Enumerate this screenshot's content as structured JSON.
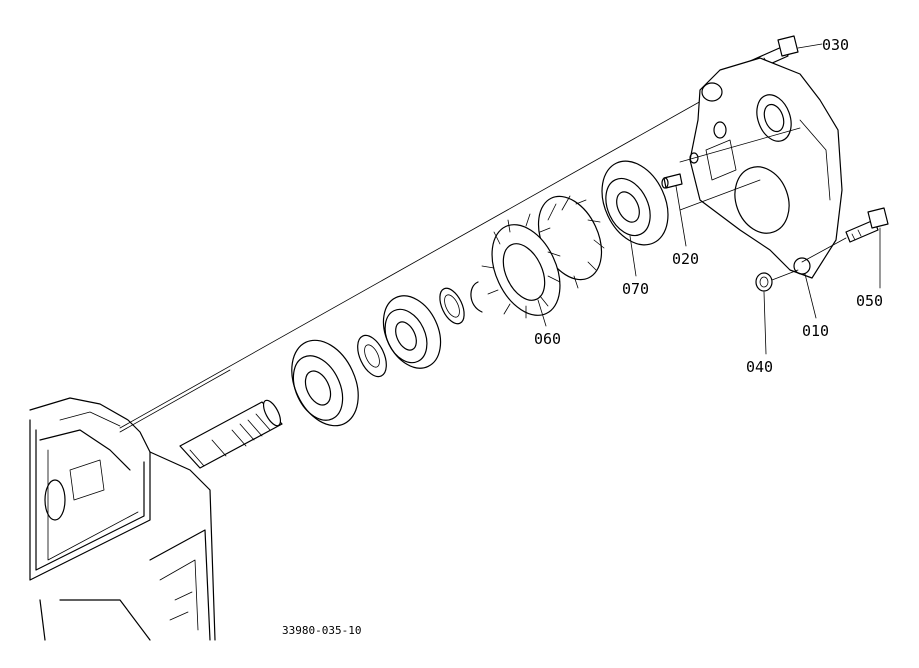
{
  "parts": {
    "p010": "010",
    "p020": "020",
    "p030": "030",
    "p040": "040",
    "p050": "050",
    "p060": "060",
    "p070": "070"
  },
  "drawing_number": "33980-035-10"
}
